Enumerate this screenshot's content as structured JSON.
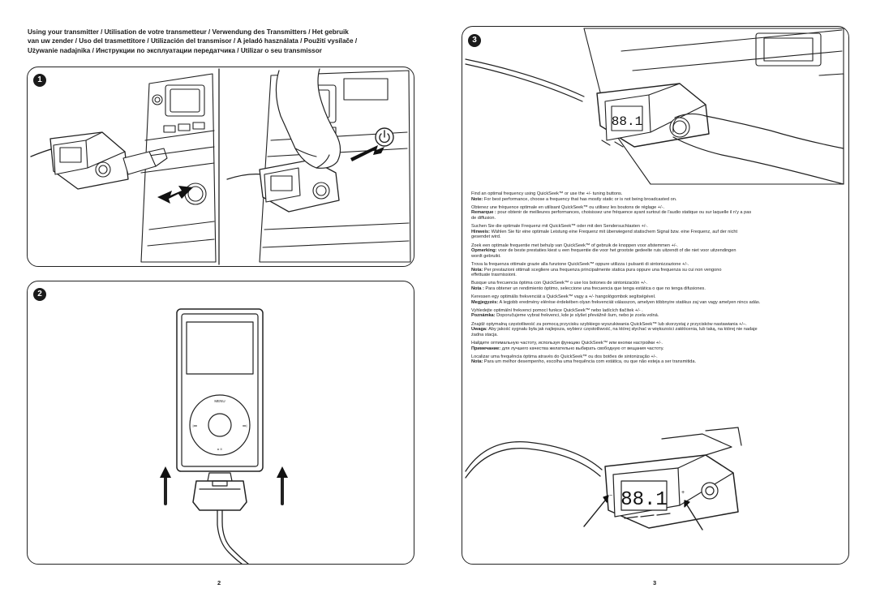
{
  "header": {
    "lines": [
      "Using your transmitter / Utilisation de votre transmetteur / Verwendung des Transmitters / Het gebruik",
      "van uw zender / Uso del trasmettitore / Utilización del transmisor / A jeladó használata / Použití vysílače /",
      "Używanie nadajnika / Инструкции по эксплуатации передатчика / Utilizar o seu transmissor"
    ]
  },
  "steps": {
    "one": "1",
    "two": "2",
    "three": "3"
  },
  "ipod": {
    "menu_label": "MENU"
  },
  "display": {
    "frequency": "88.1"
  },
  "icons": {
    "power": "power-icon"
  },
  "instructions": [
    {
      "main": "Find an optimal frequency using QuickSeek™ or use the +/- tuning buttons.",
      "note_label": "Note:",
      "note_lines": [
        "For best performance, choose a frequency that has mostly static or is not being broadcasted on."
      ]
    },
    {
      "main": "Obtenez une fréquence optimale en utilisant QuickSeek™ ou utilisez les boutons de réglage +/-.",
      "note_label": "Remarque :",
      "note_lines": [
        "pour obtenir de meilleures performances, choisissez une fréquence ayant surtout de l'audio statique ou sur laquelle il n'y a pas",
        "de diffusion."
      ]
    },
    {
      "main": "Suchen Sie die optimale Frequenz mit QuickSeek™ oder mit den Sendersuchtasten +/-.",
      "note_label": "Hinweis:",
      "note_lines": [
        "Wählen Sie für eine optimale Leistung eine Frequenz mit überwiegend statischem Signal bzw. eine Frequenz, auf der nicht",
        "gesendet wird."
      ]
    },
    {
      "main": "Zoek een optimale frequentie met behulp van QuickSeek™ of gebruik de knoppen voor afstemmen +/-.",
      "note_label": "Opmerking:",
      "note_lines": [
        "voor de beste prestaties kiest u een frequentie die voor het grootste gedeelte ruis uitzendt of die niet voor uitzendingen",
        "wordt gebruikt."
      ]
    },
    {
      "main": "Trova la frequenza ottimale grazie alla funzione QuickSeek™ oppure utilizza i pulsanti di sintonizzazione +/-.",
      "note_label": "Nota:",
      "note_lines": [
        "Per prestazioni ottimali scegliere una frequenza principalmente statica pura oppure una frequenza su cui non vengono",
        "effettuate trasmissioni."
      ]
    },
    {
      "main": "Busque una frecuencia óptima con QuickSeek™ o use los botones de sintonización +/-.",
      "note_label": "Nota :",
      "note_lines": [
        "Para obtener un rendimiento óptimo, seleccione una frecuencia que tenga estática o que no tenga difusiones."
      ]
    },
    {
      "main": "Keressen egy optimális frekvenciát a QuickSeek™ vagy a +/- hangológombok segítségével.",
      "note_label": "Megjegyzés:",
      "note_lines": [
        "A legjobb eredmény elérése érdekében olyan frekvenciát válasszon, amelyen többnyire statikus zaj van vagy amelyen nincs adás."
      ]
    },
    {
      "main": "Vyhledejte optimální frekvenci pomocí funkce QuickSeek™ nebo ladících tlačítek +/- .",
      "note_label": "Poznámka:",
      "note_lines": [
        "Doporučujeme vybrat frekvenci, kde je slyšet převážně šum, nebo je zcela volná."
      ]
    },
    {
      "main": "Znajdź optymalną częstotliwość za pomocą przycisku szybkiego wyszukiwania QuickSeek™ lub skorzystaj z przycisków nastawiania +/–.",
      "note_label": "Uwaga:",
      "note_lines": [
        "Aby jakość sygnału była jak najlepsza, wybierz częstotliwość, na której słychać w większości zakłócenia, lub taką, na której nie nadaje",
        "żadna stacja."
      ]
    },
    {
      "main": "Найдите оптимальную частоту, используя функцию QuickSeek™ или кнопки настройки +/-.",
      "note_label": "Примечание:",
      "note_lines": [
        "для лучшего качества желательно выбирать свободную от вещания частоту."
      ]
    },
    {
      "main": "Localizar uma frequência óptima através do QuickSeek™ ou dos botões de sintonização +/-.",
      "note_label": "Nota:",
      "note_lines": [
        "Para um melhor desempenho, escolha uma frequência com estática, ou que não esteja a ser transmitida."
      ]
    }
  ],
  "page_numbers": {
    "left": "2",
    "right": "3"
  }
}
